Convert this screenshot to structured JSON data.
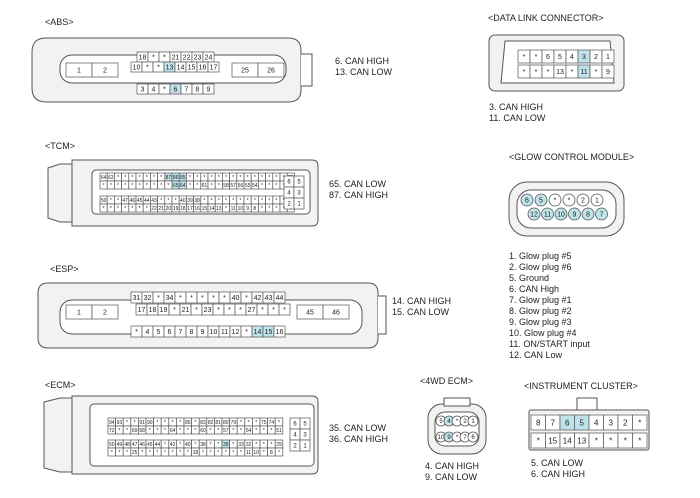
{
  "colors": {
    "outline": "#555555",
    "face": "#f2f2f2",
    "highlight": "#bfe3ea",
    "pinText": "#222222"
  },
  "abs": {
    "title": "<ABS>",
    "row1": [
      "18",
      "*",
      "*",
      "21",
      "22",
      "23",
      "24"
    ],
    "row2": [
      "10",
      "*",
      "*",
      "13",
      "14",
      "15",
      "16",
      "17"
    ],
    "row3": [
      "3",
      "4",
      "*",
      "6",
      "7",
      "8",
      "9"
    ],
    "left": [
      "1",
      "2"
    ],
    "right": [
      "25",
      "26"
    ],
    "notes": [
      "6. CAN HIGH",
      "13. CAN LOW"
    ]
  },
  "dlc": {
    "title": "<DATA LINK CONNECTOR>",
    "row1": [
      "*",
      "*",
      "6",
      "5",
      "4",
      "3",
      "2",
      "1"
    ],
    "row2": [
      "*",
      "*",
      "*",
      "13",
      "*",
      "11",
      "*",
      "9"
    ],
    "notes": [
      "3. CAN HIGH",
      "11. CAN LOW"
    ]
  },
  "tcm": {
    "title": "<TCM>",
    "row1": [
      "64",
      "63",
      "*",
      "*",
      "*",
      "*",
      "*",
      "*",
      "*",
      "87",
      "86",
      "85",
      "*",
      "*",
      "*",
      "*",
      "*",
      "*",
      "*",
      "*",
      "*",
      "*",
      "*",
      "*",
      "*",
      "*",
      "73"
    ],
    "row2": [
      "*",
      "*",
      "*",
      "*",
      "*",
      "*",
      "*",
      "*",
      "*",
      "*",
      "65",
      "64",
      "*",
      "*",
      "61",
      "*",
      "*",
      "58",
      "57",
      "56",
      "55",
      "54",
      "*",
      "*",
      "*",
      "*",
      "*"
    ],
    "row3": [
      "50",
      "*",
      "*",
      "47",
      "46",
      "45",
      "44",
      "43",
      "*",
      "*",
      "*",
      "40",
      "39",
      "38",
      "*",
      "*",
      "*",
      "*",
      "*",
      "*",
      "*",
      "*",
      "*",
      "*",
      "*",
      "*",
      "29"
    ],
    "row4": [
      "*",
      "*",
      "*",
      "*",
      "*",
      "*",
      "*",
      "22",
      "21",
      "20",
      "19",
      "18",
      "17",
      "16",
      "15",
      "14",
      "13",
      "*",
      "11",
      "10",
      "9",
      "8",
      "*",
      "*",
      "*",
      "*",
      "7"
    ],
    "side": [
      "6",
      "5",
      "4",
      "3",
      "2",
      "1"
    ],
    "notes": [
      "65. CAN LOW",
      "87. CAN HIGH"
    ]
  },
  "glow": {
    "title": "<GLOW CONTROL MODULE>",
    "top": [
      "6",
      "5",
      "*",
      "*",
      "2",
      "1"
    ],
    "bottom": [
      "12",
      "11",
      "10",
      "9",
      "8",
      "7"
    ],
    "notes": [
      "1. Glow plug #5",
      "2. Glow plug #6",
      "5. Ground",
      "6. CAN High",
      "7. Glow plug #1",
      "8. Glow plug #2",
      "9. Glow plug #3",
      "10. Glow plug #4",
      "11. ON/START input",
      "12. CAN Low"
    ]
  },
  "esp": {
    "title": "<ESP>",
    "row1": [
      "31",
      "32",
      "*",
      "34",
      "*",
      "*",
      "*",
      "*",
      "*",
      "40",
      "*",
      "42",
      "43",
      "44"
    ],
    "row2": [
      "17",
      "18",
      "19",
      "*",
      "21",
      "*",
      "23",
      "*",
      "*",
      "*",
      "27",
      "*",
      "*",
      "*"
    ],
    "row3": [
      "*",
      "4",
      "5",
      "6",
      "7",
      "8",
      "9",
      "10",
      "11",
      "12",
      "*",
      "14",
      "15",
      "16"
    ],
    "left": [
      "1",
      "2"
    ],
    "right": [
      "45",
      "46"
    ],
    "notes": [
      "14. CAN HIGH",
      "15. CAN LOW"
    ]
  },
  "ecm": {
    "title": "<ECM>",
    "row1": [
      "94",
      "93",
      "*",
      "*",
      "91",
      "90",
      "*",
      "*",
      "*",
      "*",
      "85",
      "*",
      "83",
      "82",
      "81",
      "80",
      "79",
      "*",
      "*",
      "*",
      "75",
      "74",
      "*"
    ],
    "row2": [
      "72",
      "*",
      "*",
      "69",
      "68",
      "*",
      "*",
      "*",
      "64",
      "*",
      "*",
      "*",
      "60",
      "*",
      "*",
      "57",
      "*",
      "*",
      "54",
      "*",
      "*",
      "*",
      "51"
    ],
    "row3": [
      "50",
      "49",
      "48",
      "47",
      "46",
      "45",
      "44",
      "*",
      "42",
      "*",
      "40",
      "*",
      "38",
      "*",
      "*",
      "35",
      "*",
      "33",
      "32",
      "*",
      "*",
      "*",
      "29"
    ],
    "row4": [
      "*",
      "*",
      "*",
      "25",
      "*",
      "*",
      "*",
      "*",
      "*",
      "*",
      "*",
      "18",
      "*",
      "*",
      "*",
      "*",
      "*",
      "*",
      "11",
      "10",
      "*",
      "8",
      "*"
    ],
    "side": [
      "6",
      "5",
      "4",
      "3",
      "2",
      "1"
    ],
    "notes": [
      "35. CAN LOW",
      "36. CAN HIGH"
    ]
  },
  "fwd": {
    "title": "<4WD ECM>",
    "top": [
      "5",
      "4",
      "*",
      "2",
      "1"
    ],
    "bottom": [
      "10",
      "9",
      "*",
      "7",
      "6"
    ],
    "notes": [
      "4. CAN HIGH",
      "9. CAN LOW"
    ]
  },
  "cluster": {
    "title": "<INSTRUMENT CLUSTER>",
    "row1": [
      "8",
      "7",
      "6",
      "5",
      "4",
      "3",
      "2",
      "*"
    ],
    "row2": [
      "*",
      "15",
      "14",
      "13",
      "*",
      "*",
      "*",
      "*"
    ],
    "notes": [
      "5. CAN LOW",
      "6. CAN HIGH"
    ]
  }
}
